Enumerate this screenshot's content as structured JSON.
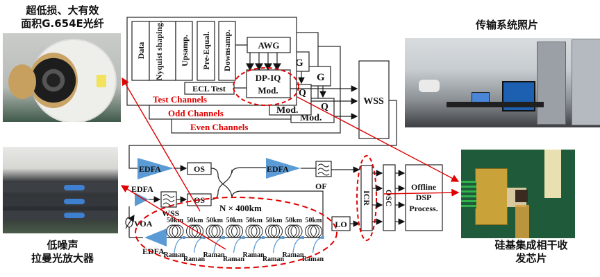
{
  "captions": {
    "fiber": [
      "超低损、大有效",
      "面积G.654E光纤"
    ],
    "system_photo": "传输系统照片",
    "raman_amp": [
      "低噪声",
      "拉曼光放大器"
    ],
    "chip": [
      "硅基集成相干收",
      "发芯片"
    ]
  },
  "transmitter": {
    "dsp_blocks": [
      "Data",
      "Nyquist shaping.",
      "Upsamp.",
      "Pre-Equal.",
      "Downsamp."
    ],
    "awg": "AWG",
    "awg_partial": "G",
    "modulator": [
      "DP-IQ",
      "Mod."
    ],
    "modulator_partial": [
      "Q",
      "Mod."
    ],
    "laser": "ECL Test",
    "channel_groups": [
      "Test Channels",
      "Odd Channels",
      "Even Channels"
    ]
  },
  "link": {
    "wss_main": "WSS",
    "edfa": "EDFA",
    "os": "OS",
    "of": "OF",
    "wss_loop": "WSS",
    "voa": "VOA",
    "span_total": "N × 400km",
    "spans": [
      "50km",
      "50km",
      "50km",
      "50km",
      "50km",
      "50km",
      "50km",
      "50km"
    ],
    "raman": [
      "Raman",
      "Raman",
      "Raman",
      "Raman",
      "Raman",
      "Raman",
      "Raman",
      "Raman"
    ]
  },
  "receiver": {
    "lo": "LO",
    "icr": "ICR",
    "osc": "OSC",
    "dsp": [
      "Offline",
      "DSP",
      "Process."
    ]
  },
  "colors": {
    "edfa_fill": "#5b9bd5",
    "highlight_red": "#e00000",
    "raman_blue": "#5b9bd5"
  }
}
